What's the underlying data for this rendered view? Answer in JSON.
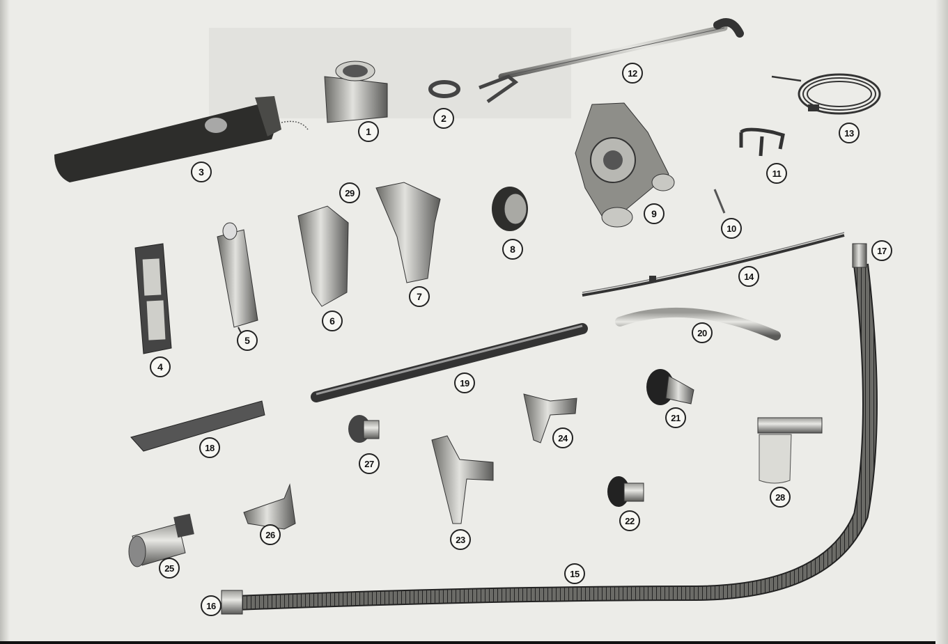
{
  "parts": [
    {
      "id": "1",
      "label": "1",
      "name": "nozzle-fitting"
    },
    {
      "id": "2",
      "label": "2",
      "name": "ring"
    },
    {
      "id": "3",
      "label": "3",
      "name": "storage-bag"
    },
    {
      "id": "4",
      "label": "4",
      "name": "floor-plate"
    },
    {
      "id": "5",
      "label": "5",
      "name": "spray-cylinder"
    },
    {
      "id": "6",
      "label": "6",
      "name": "nozzle-6"
    },
    {
      "id": "7",
      "label": "7",
      "name": "nozzle-7"
    },
    {
      "id": "8",
      "label": "8",
      "name": "brush-roll-fitting"
    },
    {
      "id": "9",
      "label": "9",
      "name": "motor-unit"
    },
    {
      "id": "10",
      "label": "10",
      "name": "pin"
    },
    {
      "id": "11",
      "label": "11",
      "name": "clip"
    },
    {
      "id": "12",
      "label": "12",
      "name": "handle"
    },
    {
      "id": "13",
      "label": "13",
      "name": "power-cord"
    },
    {
      "id": "14",
      "label": "14",
      "name": "strap"
    },
    {
      "id": "15",
      "label": "15",
      "name": "hose"
    },
    {
      "id": "16",
      "label": "16",
      "name": "hose-coupling"
    },
    {
      "id": "17",
      "label": "17",
      "name": "hose-end"
    },
    {
      "id": "18",
      "label": "18",
      "name": "crevice-tool"
    },
    {
      "id": "19",
      "label": "19",
      "name": "extension-wand"
    },
    {
      "id": "20",
      "label": "20",
      "name": "curved-wand"
    },
    {
      "id": "21",
      "label": "21",
      "name": "dusting-brush"
    },
    {
      "id": "22",
      "label": "22",
      "name": "round-brush"
    },
    {
      "id": "23",
      "label": "23",
      "name": "upholstery-nozzle"
    },
    {
      "id": "24",
      "label": "24",
      "name": "small-nozzle"
    },
    {
      "id": "25",
      "label": "25",
      "name": "filter-cartridge"
    },
    {
      "id": "26",
      "label": "26",
      "name": "flat-nozzle"
    },
    {
      "id": "27",
      "label": "27",
      "name": "adapter"
    },
    {
      "id": "28",
      "label": "28",
      "name": "sprayer-jar"
    },
    {
      "id": "29",
      "label": "29",
      "name": "nozzle-29"
    }
  ]
}
